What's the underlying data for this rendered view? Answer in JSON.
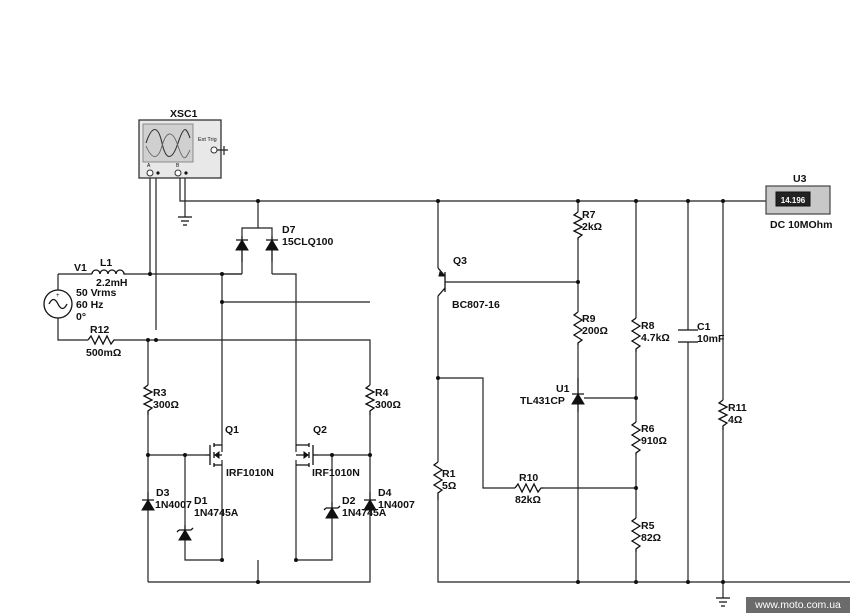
{
  "instruments": {
    "oscilloscope": {
      "name": "XSC1",
      "ext_trig": "Ext Trig",
      "ch_a": "A",
      "ch_b": "B"
    },
    "multimeter": {
      "name": "U3",
      "reading": "14.196",
      "mode": "DC  10MOhm"
    }
  },
  "components": {
    "V1": {
      "ref": "V1",
      "line1": "50 Vrms",
      "line2": "60 Hz",
      "line3": "0°"
    },
    "L1": {
      "ref": "L1",
      "value": "2.2mH"
    },
    "R12": {
      "ref": "R12",
      "value": "500mΩ"
    },
    "D7": {
      "ref": "D7",
      "value": "15CLQ100"
    },
    "Q3": {
      "ref": "Q3",
      "value": "BC807-16"
    },
    "R7": {
      "ref": "R7",
      "value": "2kΩ"
    },
    "R9": {
      "ref": "R9",
      "value": "200Ω"
    },
    "U1": {
      "ref": "U1",
      "value": "TL431CP"
    },
    "R8": {
      "ref": "R8",
      "value": "4.7kΩ"
    },
    "R6": {
      "ref": "R6",
      "value": "910Ω"
    },
    "R5": {
      "ref": "R5",
      "value": "82Ω"
    },
    "C1": {
      "ref": "C1",
      "value": "10mF"
    },
    "R11": {
      "ref": "R11",
      "value": "4Ω"
    },
    "R3": {
      "ref": "R3",
      "value": "300Ω"
    },
    "R4": {
      "ref": "R4",
      "value": "300Ω"
    },
    "Q1": {
      "ref": "Q1",
      "value": "IRF1010N"
    },
    "Q2": {
      "ref": "Q2",
      "value": "IRF1010N"
    },
    "D3": {
      "ref": "D3",
      "value": "1N4007"
    },
    "D1": {
      "ref": "D1",
      "value": "1N4745A"
    },
    "D2": {
      "ref": "D2",
      "value": "1N4745A"
    },
    "D4": {
      "ref": "D4",
      "value": "1N4007"
    },
    "R1": {
      "ref": "R1",
      "value": "5Ω"
    },
    "R10": {
      "ref": "R10",
      "value": "82kΩ"
    }
  },
  "watermark": "www.moto.com.ua"
}
